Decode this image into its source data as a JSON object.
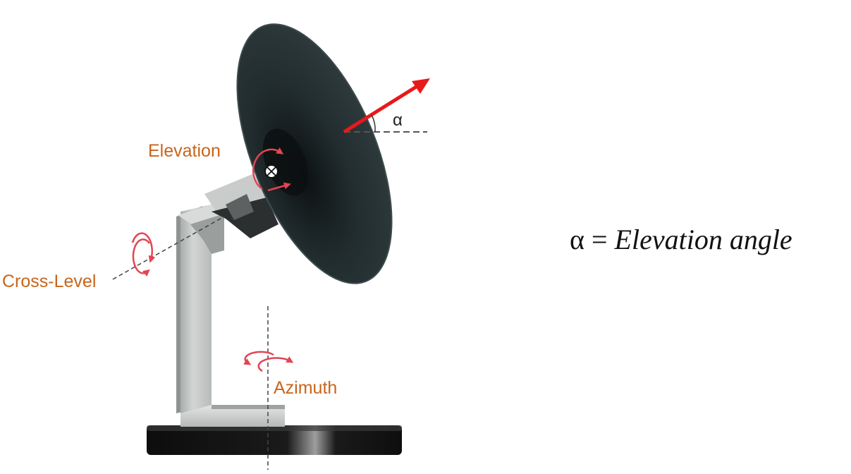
{
  "labels": {
    "elevation": "Elevation",
    "cross_level": "Cross-Level",
    "azimuth": "Azimuth",
    "alpha": "α"
  },
  "legend": {
    "symbol": "α",
    "equals": " = ",
    "text": "Elevation angle"
  },
  "colors": {
    "label": "#c8651b",
    "arrow_red": "#e8191b",
    "dish": "#253133",
    "base": "#111111",
    "arm": "#c6cac9",
    "rotation_red": "#e34553"
  },
  "icons": {
    "rotation": "rotation-arrow-icon",
    "pivot": "pivot-cross-icon"
  }
}
